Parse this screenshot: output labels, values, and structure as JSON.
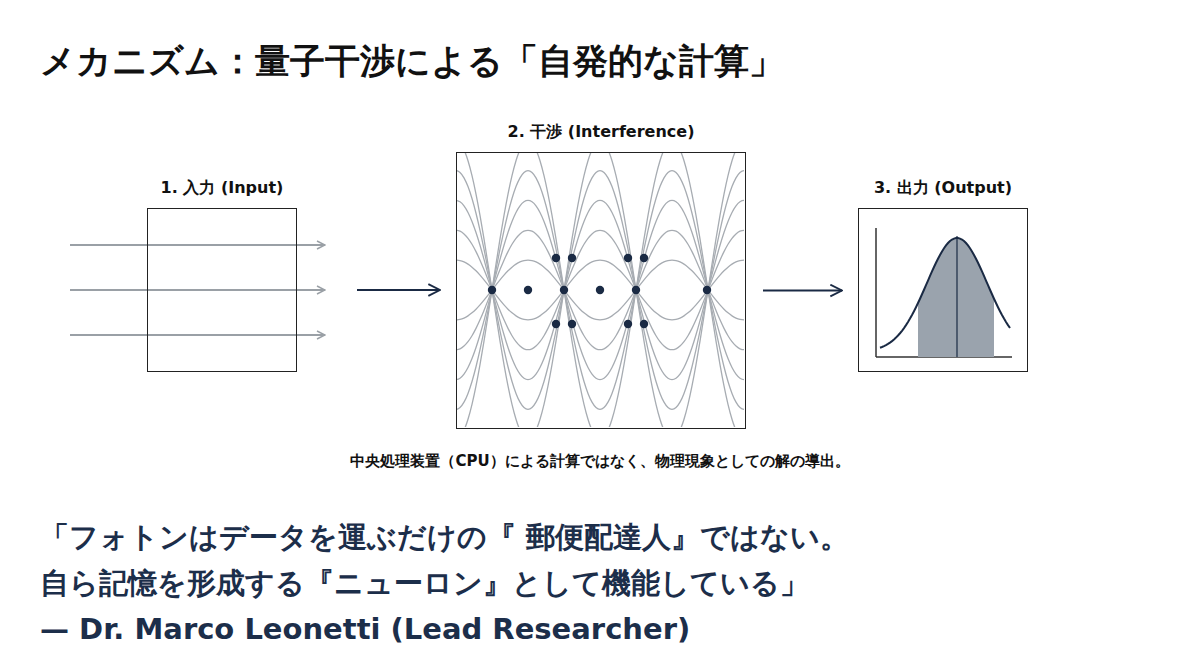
{
  "diagram": {
    "title": "メカニズム：量子干渉による「自発的な計算」",
    "caption": "中央処理装置（CPU）による計算ではなく、物理現象としての解の導出。",
    "nodes": [
      {
        "text": [
          "1. 入力 (Input)"
        ]
      },
      {
        "text": [
          "2. 干渉 (Interference)"
        ]
      },
      {
        "text": [
          "3. 出力 (Output)"
        ]
      }
    ],
    "edges": [
      {
        "from": 0,
        "to": 1,
        "arrow": "to"
      },
      {
        "from": 1,
        "to": 2,
        "arrow": "to"
      }
    ],
    "labels": [
      "「フォトンはデータを運ぶだけの『 郵便配達人』ではない。",
      "自ら記憶を形成する『ニューロン』として機能している」",
      "— Dr. Marco Leonetti (Lead Researcher)"
    ]
  }
}
